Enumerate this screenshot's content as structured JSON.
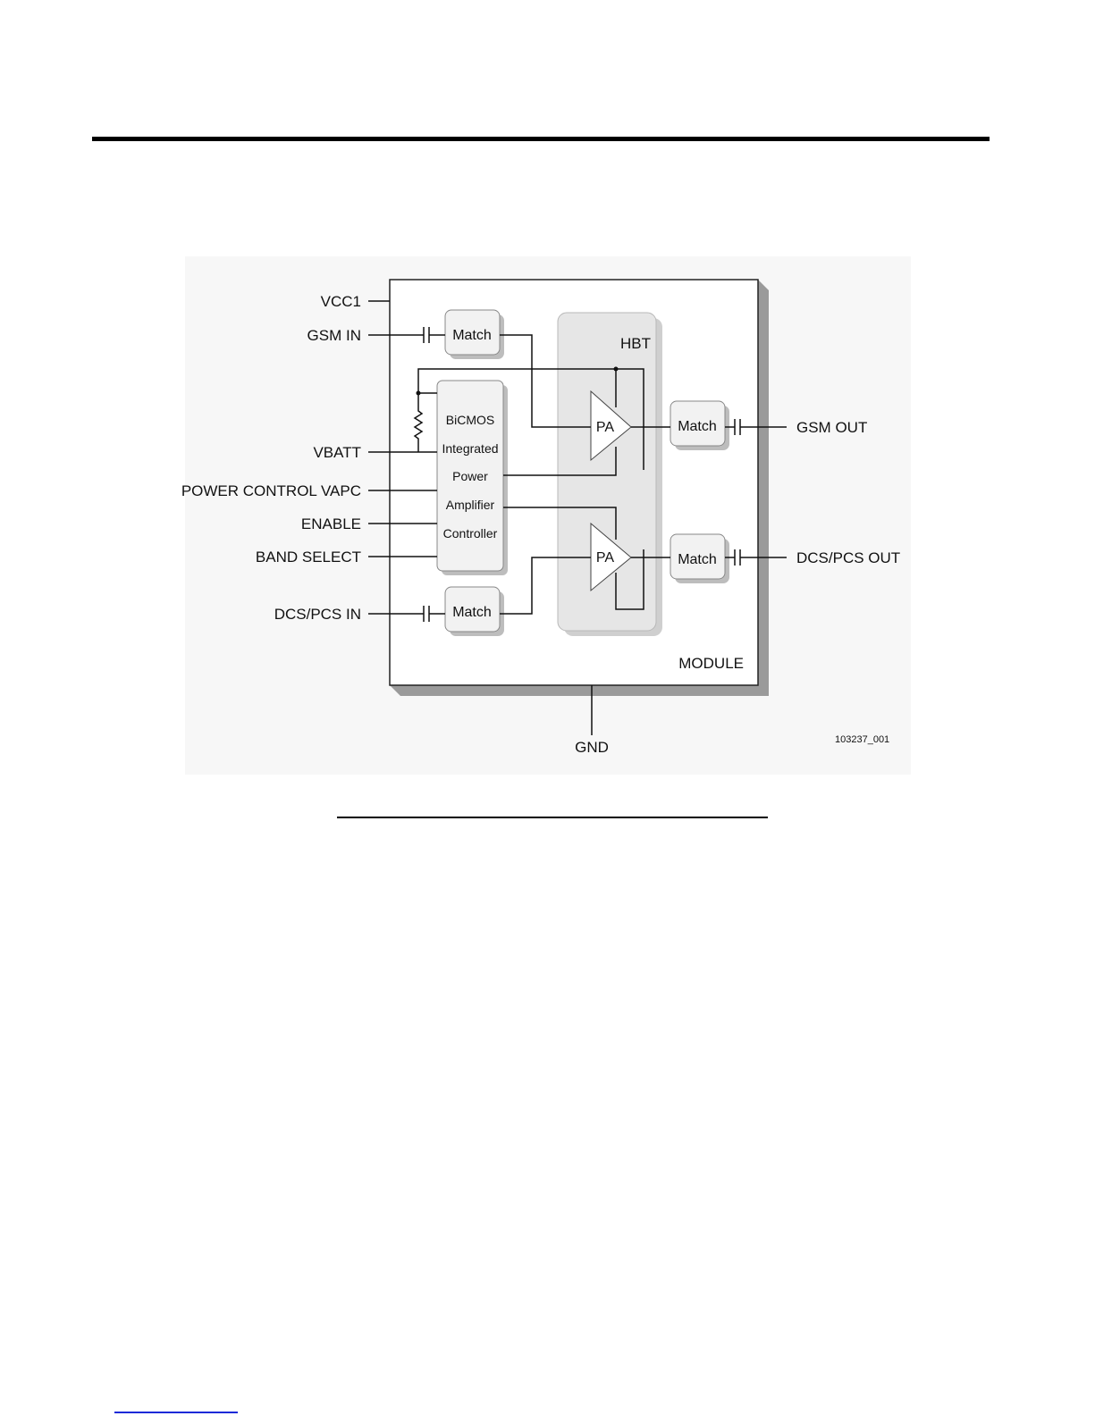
{
  "diagram": {
    "pins_left": {
      "vcc1": "VCC1",
      "gsm_in": "GSM IN",
      "vbatt": "VBATT",
      "power_control": "POWER CONTROL VAPC",
      "enable": "ENABLE",
      "band_select": "BAND SELECT",
      "dcs_pcs_in": "DCS/PCS IN"
    },
    "pins_right": {
      "gsm_out": "GSM OUT",
      "dcs_pcs_out": "DCS/PCS OUT"
    },
    "pin_bottom": {
      "gnd": "GND"
    },
    "blocks": {
      "match": "Match",
      "hbt": "HBT",
      "pa": "PA",
      "module": "MODULE",
      "controller_lines": [
        "BiCMOS",
        "Integrated",
        "Power",
        "Amplifier",
        "Controller"
      ]
    },
    "figure_id": "103237_001"
  }
}
